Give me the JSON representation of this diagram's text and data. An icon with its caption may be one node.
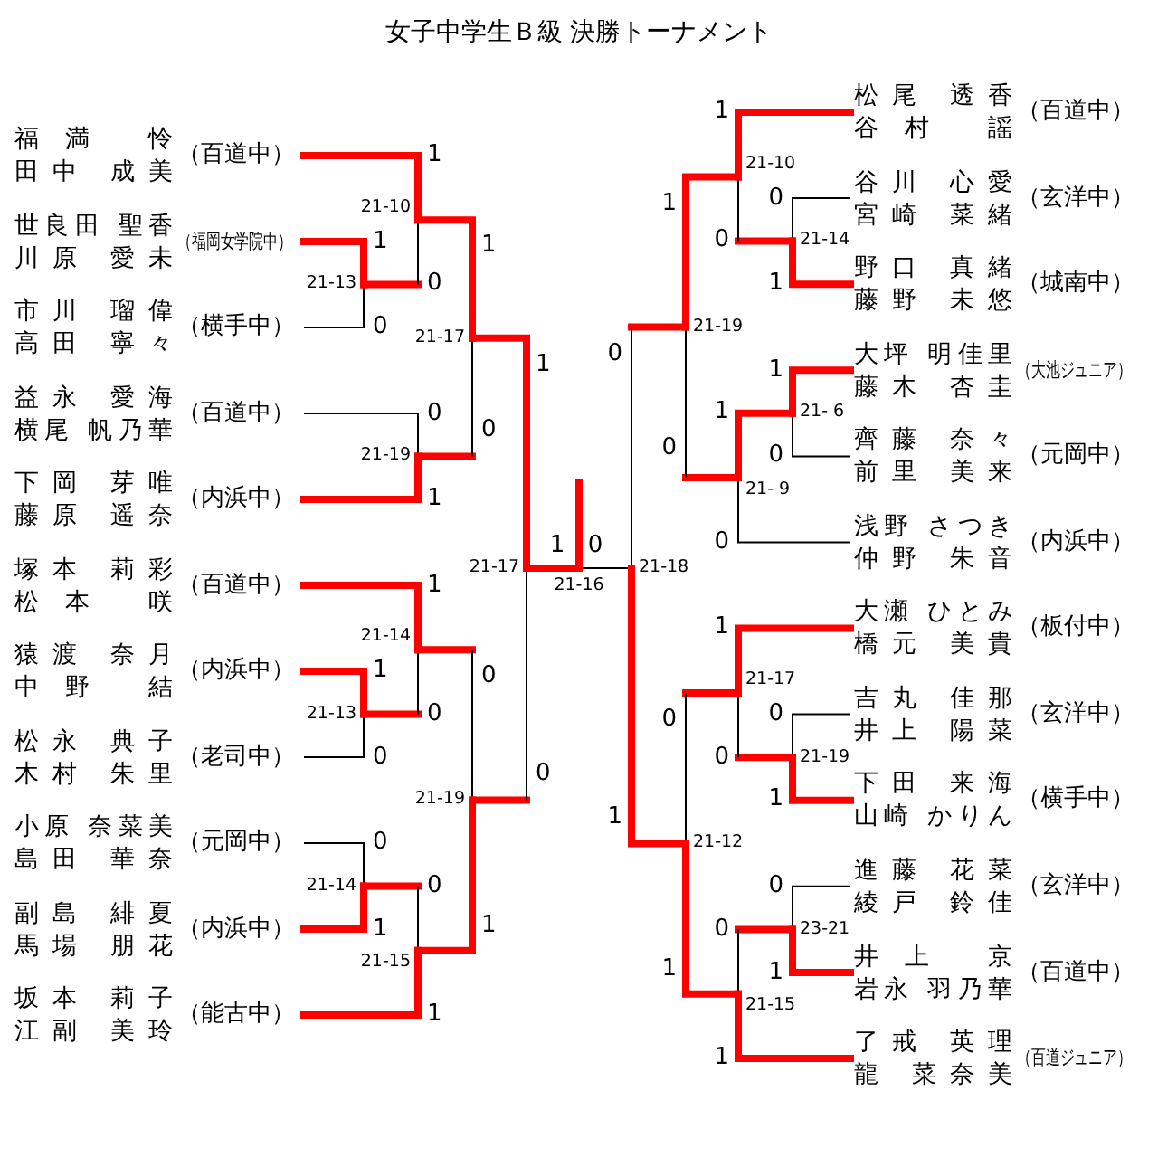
{
  "diagram": {
    "title": "女子中学生Ｂ級 決勝トーナメント",
    "nodes": [
      {
        "text": [
          "福満 怜",
          "田中 成美",
          "（百道中）"
        ]
      },
      {
        "text": [
          "世良田 聖香",
          "川原 愛未",
          "（福岡女学院中）"
        ]
      },
      {
        "text": [
          "市川 瑠偉",
          "高田 寧々",
          "（横手中）"
        ]
      },
      {
        "text": [
          "益永 愛海",
          "横尾 帆乃華",
          "（百道中）"
        ]
      },
      {
        "text": [
          "下岡 芽唯",
          "藤原 遥奈",
          "（内浜中）"
        ]
      },
      {
        "text": [
          "塚本 莉彩",
          "松本 咲",
          "（百道中）"
        ]
      },
      {
        "text": [
          "猿渡 奈月",
          "中野 結",
          "（内浜中）"
        ]
      },
      {
        "text": [
          "松永 典子",
          "木村 朱里",
          "（老司中）"
        ]
      },
      {
        "text": [
          "小原 奈菜美",
          "島田 華奈",
          "（元岡中）"
        ]
      },
      {
        "text": [
          "副島 緋夏",
          "馬場 朋花",
          "（内浜中）"
        ]
      },
      {
        "text": [
          "坂本 莉子",
          "江副 美玲",
          "（能古中）"
        ]
      },
      {
        "text": [
          "松尾 透香",
          "谷村 謡",
          "（百道中）"
        ]
      },
      {
        "text": [
          "谷川 心愛",
          "宮崎 菜緒",
          "（玄洋中）"
        ]
      },
      {
        "text": [
          "野口 真緒",
          "藤野 未悠",
          "（城南中）"
        ]
      },
      {
        "text": [
          "大坪 明佳里",
          "藤木 杏圭",
          "（大池ジュニア）"
        ]
      },
      {
        "text": [
          "齊藤 奈々",
          "前里 美来",
          "（元岡中）"
        ]
      },
      {
        "text": [
          "浅野 さつき",
          "仲野 朱音",
          "（内浜中）"
        ]
      },
      {
        "text": [
          "大瀬 ひとみ",
          "橋元 美貴",
          "（板付中）"
        ]
      },
      {
        "text": [
          "吉丸 佳那",
          "井上 陽菜",
          "（玄洋中）"
        ]
      },
      {
        "text": [
          "下田 来海",
          "山崎 かりん",
          "（横手中）"
        ]
      },
      {
        "text": [
          "進藤 花菜",
          "綾戸 鈴佳",
          "（玄洋中）"
        ]
      },
      {
        "text": [
          "井上 京",
          "岩永 羽乃華",
          "（百道中）"
        ]
      },
      {
        "text": [
          "了戒 英理",
          "龍 菜奈美",
          "（百道ジュニア）"
        ]
      },
      {
        "text": [
          "21-13"
        ]
      },
      {
        "text": [
          "21-10"
        ]
      },
      {
        "text": [
          "21-19"
        ]
      },
      {
        "text": [
          "21-17"
        ]
      },
      {
        "text": [
          "21-13"
        ]
      },
      {
        "text": [
          "21-14"
        ]
      },
      {
        "text": [
          "21-14"
        ]
      },
      {
        "text": [
          "21-15"
        ]
      },
      {
        "text": [
          "21-19"
        ]
      },
      {
        "text": [
          "21-17"
        ]
      },
      {
        "text": [
          "21-16"
        ]
      },
      {
        "text": [
          "21-18"
        ]
      },
      {
        "text": [
          "21-14"
        ]
      },
      {
        "text": [
          "21-10"
        ]
      },
      {
        "text": [
          "21- 6"
        ]
      },
      {
        "text": [
          "21- 9"
        ]
      },
      {
        "text": [
          "21-19"
        ]
      },
      {
        "text": [
          "21-19"
        ]
      },
      {
        "text": [
          "21-17"
        ]
      },
      {
        "text": [
          "23-21"
        ]
      },
      {
        "text": [
          "21-15"
        ]
      },
      {
        "text": [
          "21-12"
        ]
      }
    ],
    "edges": [
      {
        "from": 1,
        "to": 23,
        "arrow": "none",
        "label": "1"
      },
      {
        "from": 2,
        "to": 23,
        "arrow": "none",
        "label": "0",
        "color": "#000000"
      },
      {
        "from": 0,
        "to": 24,
        "arrow": "none",
        "label": "1"
      },
      {
        "from": 23,
        "to": 24,
        "arrow": "none",
        "label": "0",
        "color": "#000000"
      },
      {
        "from": 3,
        "to": 25,
        "arrow": "none",
        "label": "0",
        "color": "#000000"
      },
      {
        "from": 4,
        "to": 25,
        "arrow": "none",
        "label": "1"
      },
      {
        "from": 24,
        "to": 26,
        "arrow": "none",
        "label": "1"
      },
      {
        "from": 25,
        "to": 26,
        "arrow": "none",
        "label": "0",
        "color": "#000000"
      },
      {
        "from": 6,
        "to": 27,
        "arrow": "none",
        "label": "1"
      },
      {
        "from": 7,
        "to": 27,
        "arrow": "none",
        "label": "0",
        "color": "#000000"
      },
      {
        "from": 5,
        "to": 28,
        "arrow": "none",
        "label": "1"
      },
      {
        "from": 27,
        "to": 28,
        "arrow": "none",
        "label": "0",
        "color": "#000000"
      },
      {
        "from": 8,
        "to": 29,
        "arrow": "none",
        "label": "0",
        "color": "#000000"
      },
      {
        "from": 9,
        "to": 29,
        "arrow": "none",
        "label": "1"
      },
      {
        "from": 29,
        "to": 30,
        "arrow": "none",
        "label": "0",
        "color": "#000000"
      },
      {
        "from": 10,
        "to": 30,
        "arrow": "none",
        "label": "1"
      },
      {
        "from": 28,
        "to": 31,
        "arrow": "none",
        "label": "0",
        "color": "#000000"
      },
      {
        "from": 30,
        "to": 31,
        "arrow": "none",
        "label": "1"
      },
      {
        "from": 26,
        "to": 32,
        "arrow": "none",
        "label": "1"
      },
      {
        "from": 31,
        "to": 32,
        "arrow": "none",
        "label": "0",
        "color": "#000000"
      },
      {
        "from": 32,
        "to": 33,
        "arrow": "none",
        "label": "1"
      },
      {
        "from": 34,
        "to": 33,
        "arrow": "none",
        "label": "0",
        "color": "#000000"
      },
      {
        "from": 33,
        "to": null,
        "arrow": "none"
      },
      {
        "from": 12,
        "to": 35,
        "arrow": "none",
        "label": "0",
        "color": "#000000"
      },
      {
        "from": 13,
        "to": 35,
        "arrow": "none",
        "label": "1"
      },
      {
        "from": 11,
        "to": 36,
        "arrow": "none",
        "label": "1"
      },
      {
        "from": 35,
        "to": 36,
        "arrow": "none",
        "label": "0",
        "color": "#000000"
      },
      {
        "from": 14,
        "to": 37,
        "arrow": "none",
        "label": "1"
      },
      {
        "from": 15,
        "to": 37,
        "arrow": "none",
        "label": "0",
        "color": "#000000"
      },
      {
        "from": 37,
        "to": 38,
        "arrow": "none",
        "label": "1"
      },
      {
        "from": 16,
        "to": 38,
        "arrow": "none",
        "label": "0",
        "color": "#000000"
      },
      {
        "from": 36,
        "to": 39,
        "arrow": "none",
        "label": "1"
      },
      {
        "from": 38,
        "to": 39,
        "arrow": "none",
        "label": "0",
        "color": "#000000"
      },
      {
        "from": 18,
        "to": 40,
        "arrow": "none",
        "label": "0",
        "color": "#000000"
      },
      {
        "from": 19,
        "to": 40,
        "arrow": "none",
        "label": "1"
      },
      {
        "from": 17,
        "to": 41,
        "arrow": "none",
        "label": "1"
      },
      {
        "from": 40,
        "to": 41,
        "arrow": "none",
        "label": "0",
        "color": "#000000"
      },
      {
        "from": 20,
        "to": 42,
        "arrow": "none",
        "label": "0",
        "color": "#000000"
      },
      {
        "from": 21,
        "to": 42,
        "arrow": "none",
        "label": "1"
      },
      {
        "from": 42,
        "to": 43,
        "arrow": "none",
        "label": "0",
        "color": "#000000"
      },
      {
        "from": 22,
        "to": 43,
        "arrow": "none",
        "label": "1"
      },
      {
        "from": 41,
        "to": 44,
        "arrow": "none",
        "label": "0",
        "color": "#000000"
      },
      {
        "from": 43,
        "to": 44,
        "arrow": "none",
        "label": "1"
      },
      {
        "from": 39,
        "to": 34,
        "arrow": "none",
        "label": "0",
        "color": "#000000"
      },
      {
        "from": 44,
        "to": 34,
        "arrow": "none",
        "label": "1"
      }
    ]
  }
}
